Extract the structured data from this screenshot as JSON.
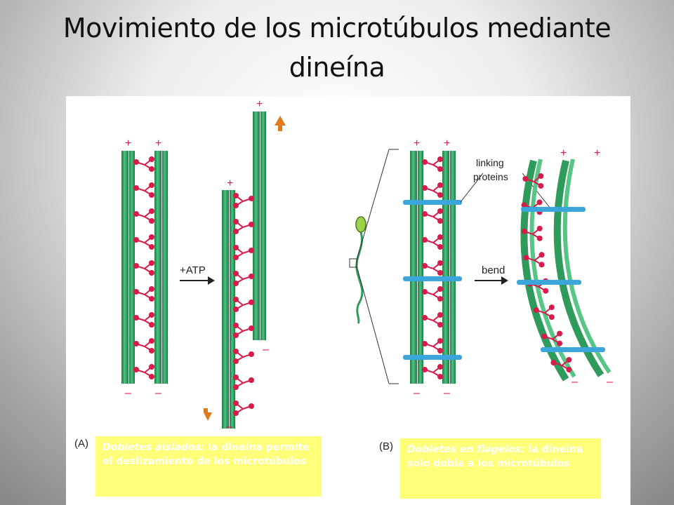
{
  "title": {
    "line1": "Movimiento de los microtúbulos mediante",
    "line2": "dineína"
  },
  "diagram": {
    "atp_label": "+ATP",
    "bend_label": "bend",
    "linking_label_line1": "linking",
    "linking_label_line2": "proteins",
    "plus": "+",
    "minus": "–",
    "panel_a": "(A)",
    "panel_b": "(B)"
  },
  "notes": {
    "a_italic": "Dobletes aislados:",
    "a_text": " la dineína permite el deslizamiento de los microtúbulos",
    "b_italic": "Dobletes en flagelos:",
    "b_text": " la dineína solo dobla a los microtúbulos"
  },
  "colors": {
    "microtubule": "#2e9b5a",
    "dynein": "#d81b4a",
    "linker": "#3aa6dc",
    "arrow_orange": "#e07a1c",
    "note_bg": "#ffff7a"
  }
}
